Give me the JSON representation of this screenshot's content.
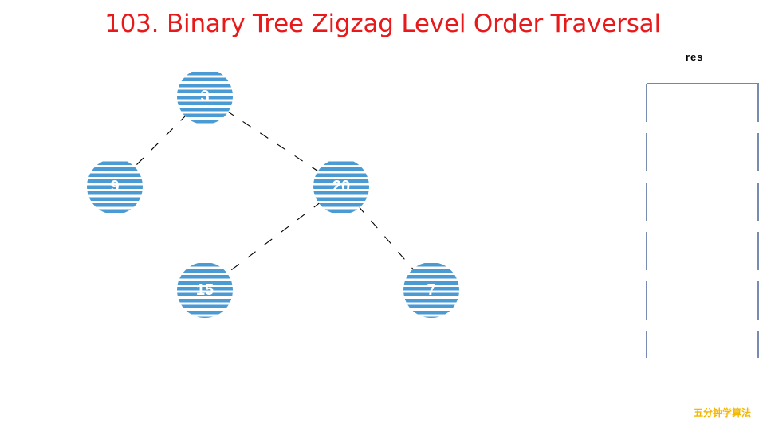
{
  "title": "103. Binary Tree Zigzag Level Order Traversal",
  "tree": {
    "nodes": [
      {
        "id": "n3",
        "label": "3"
      },
      {
        "id": "n9",
        "label": "9"
      },
      {
        "id": "n20",
        "label": "20"
      },
      {
        "id": "n15",
        "label": "15"
      },
      {
        "id": "n7",
        "label": "7"
      }
    ],
    "edges": [
      [
        "n3",
        "n9"
      ],
      [
        "n3",
        "n20"
      ],
      [
        "n20",
        "n15"
      ],
      [
        "n20",
        "n7"
      ]
    ]
  },
  "queue": {
    "label": "res"
  },
  "watermark": "五分钟学算法",
  "colors": {
    "title": "#e8191b",
    "node_stripe": "#4a9ad4",
    "edge": "#000000",
    "watermark": "#f5b800"
  }
}
